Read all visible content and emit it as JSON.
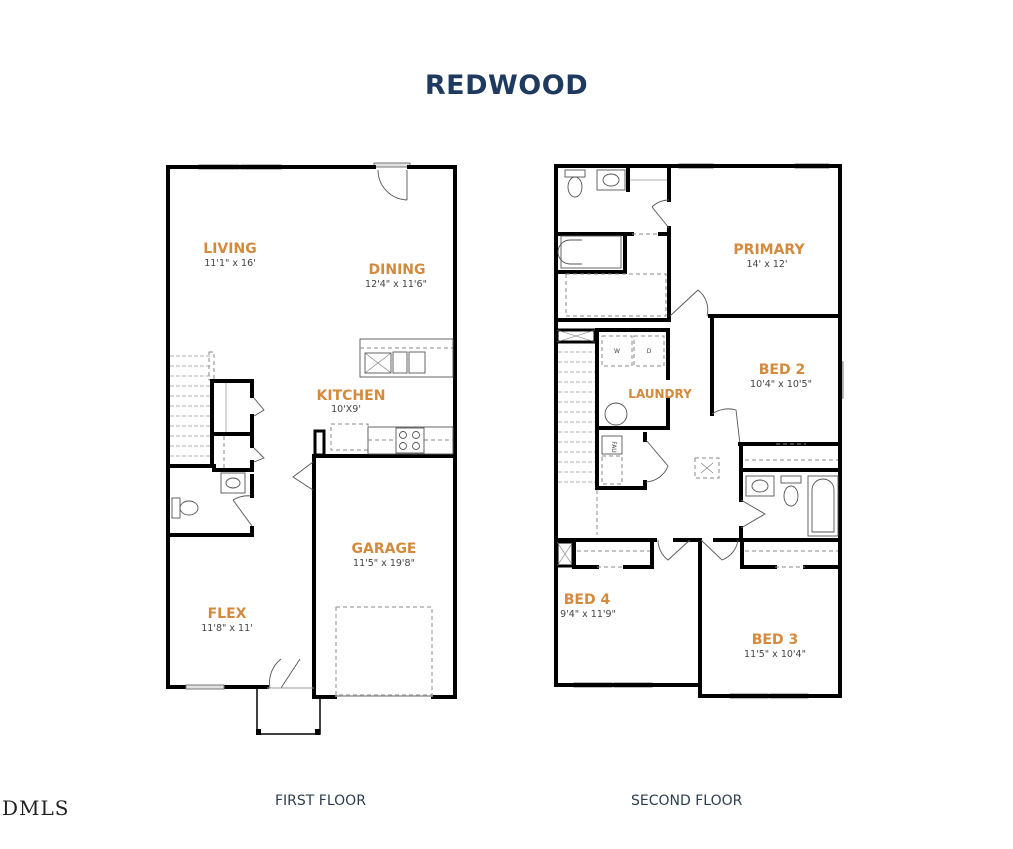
{
  "plan_title": "REDWOOD",
  "watermark": "DMLS",
  "colors": {
    "title": "#1f3a5f",
    "room_label": "#d48a3c",
    "dimension_text": "#444444",
    "walls": "#000000"
  },
  "floors": [
    {
      "label": "FIRST FLOOR",
      "rooms": [
        {
          "name": "LIVING",
          "dimensions": "11'1\" x 16'"
        },
        {
          "name": "DINING",
          "dimensions": "12'4\" x 11'6\""
        },
        {
          "name": "KITCHEN",
          "dimensions": "10'X9'"
        },
        {
          "name": "GARAGE",
          "dimensions": "11'5\" x 19'8\""
        },
        {
          "name": "FLEX",
          "dimensions": "11'8\" x 11'"
        }
      ]
    },
    {
      "label": "SECOND FLOOR",
      "rooms": [
        {
          "name": "PRIMARY",
          "dimensions": "14' x 12'"
        },
        {
          "name": "BED 2",
          "dimensions": "10'4\" x 10'5\""
        },
        {
          "name": "LAUNDRY",
          "dimensions": ""
        },
        {
          "name": "BED 4",
          "dimensions": "9'4\" x 11'9\""
        },
        {
          "name": "BED 3",
          "dimensions": "11'5\" x 10'4\""
        }
      ],
      "appliance_labels": {
        "washer": "W",
        "dryer": "D",
        "furnace": "FAU"
      }
    }
  ]
}
